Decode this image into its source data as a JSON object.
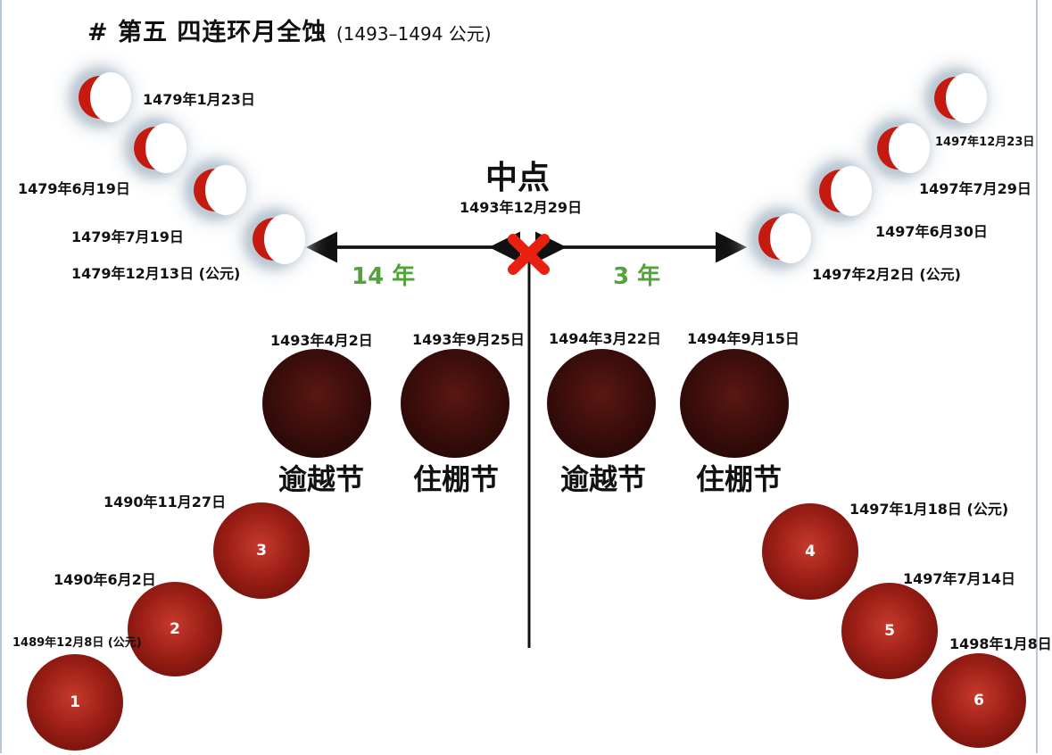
{
  "title": {
    "main": "# 第五 四连环月全蚀",
    "sub": "(1493–1494 公元)"
  },
  "midpoint": {
    "label": "中点",
    "date": "1493年12月29日",
    "marker": "X"
  },
  "intervals": {
    "left": "14 年",
    "right": "3 年"
  },
  "partial_left": [
    {
      "date": "1479年1月23日"
    },
    {
      "date": "1479年6月19日"
    },
    {
      "date": "1479年7月19日"
    },
    {
      "date": "1479年12月13日 (公元)"
    }
  ],
  "partial_right": [
    {
      "date": "1497年12月23日"
    },
    {
      "date": "1497年7月29日"
    },
    {
      "date": "1497年6月30日"
    },
    {
      "date": "1497年2月2日 (公元)"
    }
  ],
  "tetrad": [
    {
      "date": "1493年4月2日",
      "festival": "逾越节"
    },
    {
      "date": "1493年9月25日",
      "festival": "住棚节"
    },
    {
      "date": "1494年3月22日",
      "festival": "逾越节"
    },
    {
      "date": "1494年9月15日",
      "festival": "住棚节"
    }
  ],
  "numbered_left": [
    {
      "number": "3",
      "date": "1490年11月27日"
    },
    {
      "number": "2",
      "date": "1490年6月2日"
    },
    {
      "number": "1",
      "date": "1489年12月8日 (公元)"
    }
  ],
  "numbered_right": [
    {
      "number": "4",
      "date": "1497年1月18日 (公元)"
    },
    {
      "number": "5",
      "date": "1497年7月14日"
    },
    {
      "number": "6",
      "date": "1498年1月8日"
    }
  ],
  "colors": {
    "accent_green": "#52a43a",
    "marker_red": "#e8200f",
    "eclipse_red": "#c41a10"
  }
}
